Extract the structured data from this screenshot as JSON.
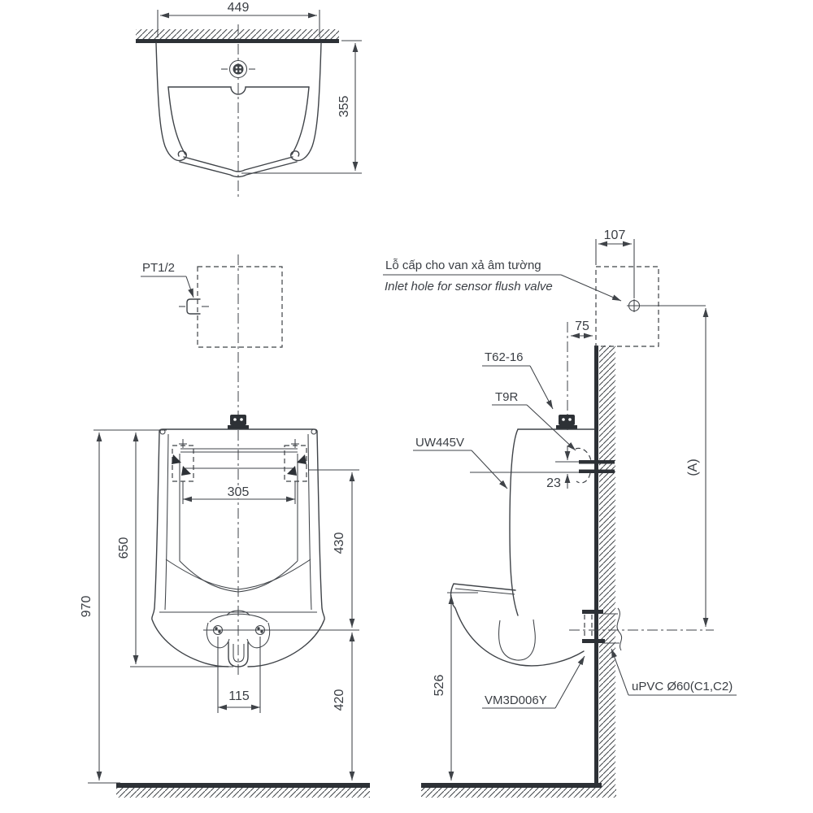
{
  "dims": {
    "top_width": "449",
    "top_depth": "355",
    "hanger_spacing": "305",
    "rim_to_hanger_bottom": "650",
    "rim_height": "970",
    "hanger_to_outlet": "430",
    "outlet_height": "420",
    "outlet_bolts": "115",
    "inlet_offset": "107",
    "spud_offset": "75",
    "pipe_gap": "23",
    "bowl_height": "526",
    "ref_a": "(A)"
  },
  "labels": {
    "supply_thread": "PT1/2",
    "flush_valve": "T62-16",
    "connector": "T9R",
    "model": "UW445V",
    "joint": "VM3D006Y",
    "drain_pipe": "uPVC Ø60(C1,C2)",
    "inlet_note_vi": "Lỗ cấp cho van xả âm tường",
    "inlet_note_en": "Inlet hole for sensor flush valve"
  },
  "colors": {
    "line": "#3f4348",
    "heavy": "#2d3136",
    "background": "#ffffff"
  }
}
